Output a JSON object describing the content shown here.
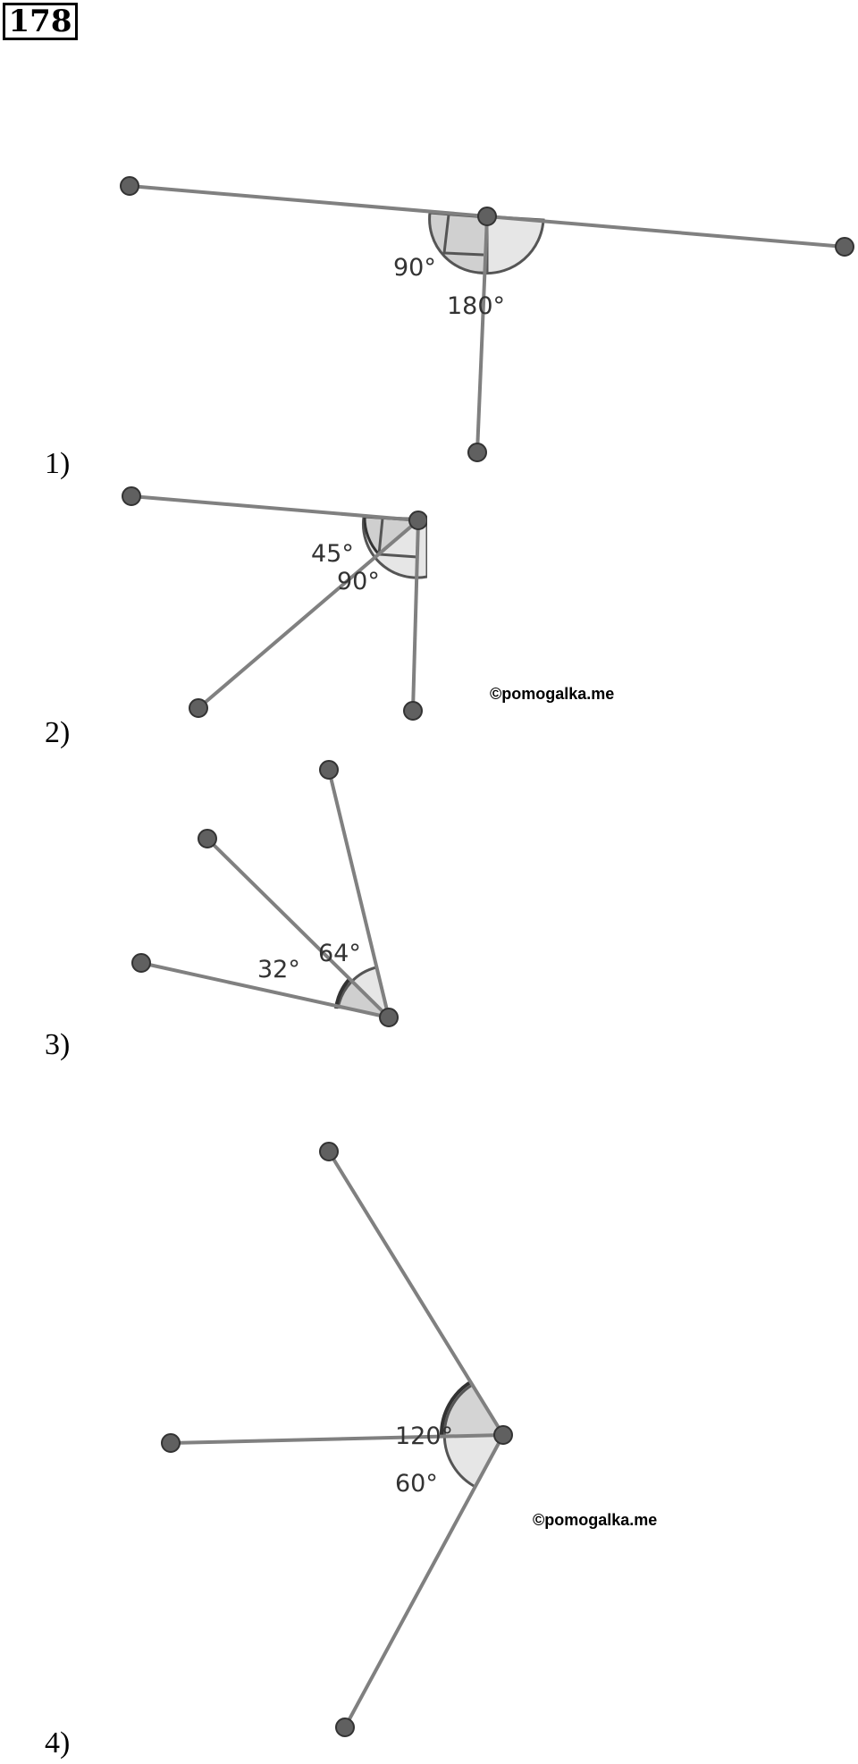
{
  "problem_number": "178",
  "watermark": "©pomogalka.me",
  "parts": [
    {
      "label": "1)",
      "angles": [
        "90°",
        "180°"
      ]
    },
    {
      "label": "2)",
      "angles": [
        "45°",
        "90°"
      ]
    },
    {
      "label": "3)",
      "angles": [
        "32°",
        "64°"
      ]
    },
    {
      "label": "4)",
      "angles": [
        "120°",
        "60°"
      ]
    }
  ],
  "colors": {
    "ray": "#808080",
    "point": "#606060",
    "arc": "#555555",
    "fill_light": "#e6e6e6",
    "fill_dark": "#cfcfcf"
  }
}
